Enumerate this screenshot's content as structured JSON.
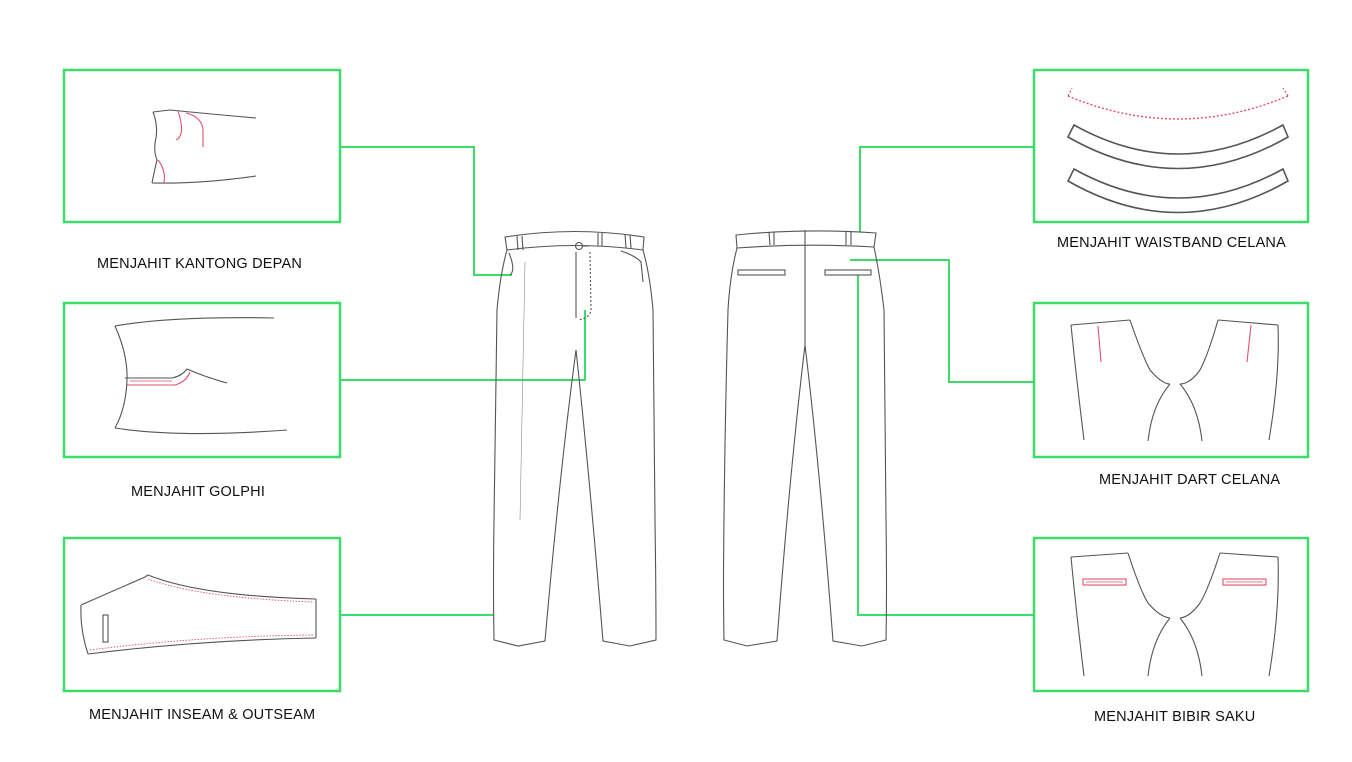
{
  "colors": {
    "frame": "#3ddc6a",
    "connector": "#3ddc6a",
    "outline": "#555555",
    "stitch": "#e0506a",
    "background": "#ffffff"
  },
  "steps": [
    {
      "id": "kantong-depan",
      "label": "MENJAHIT KANTONG DEPAN",
      "side": "left"
    },
    {
      "id": "golphi",
      "label": "MENJAHIT GOLPHI",
      "side": "left"
    },
    {
      "id": "inseam-outseam",
      "label": "MENJAHIT INSEAM & OUTSEAM",
      "side": "left"
    },
    {
      "id": "waistband",
      "label": "MENJAHIT WAISTBAND CELANA",
      "side": "right"
    },
    {
      "id": "dart",
      "label": "MENJAHIT DART CELANA",
      "side": "right"
    },
    {
      "id": "bibir-saku",
      "label": "MENJAHIT BIBIR SAKU",
      "side": "right"
    }
  ],
  "garments": [
    {
      "id": "trousers-front",
      "view": "front"
    },
    {
      "id": "trousers-back",
      "view": "back"
    }
  ]
}
